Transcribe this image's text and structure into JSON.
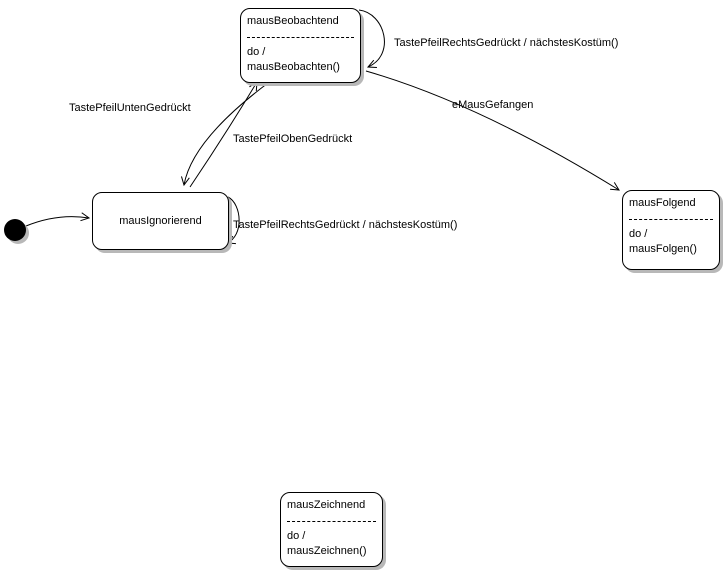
{
  "diagram": {
    "type": "uml-state-diagram",
    "background_color": "#ffffff",
    "stroke_color": "#000000",
    "state_fill_color": "#ffffff",
    "shadow_color": "#b8b8b8",
    "states": [
      {
        "name": "mausBeobachtend",
        "actions": [
          "do /",
          "mausBeobachten()"
        ]
      },
      {
        "name": "mausIgnorierend",
        "actions": []
      },
      {
        "name": "mausFolgend",
        "actions": [
          "do /",
          "mausFolgen()"
        ]
      },
      {
        "name": "mausZeichnend",
        "actions": [
          "do /",
          "mausZeichnen()"
        ]
      }
    ],
    "initial_state": {
      "type": "initial-pseudostate",
      "color": "#000000",
      "target": "mausIgnorierend"
    },
    "transitions": [
      {
        "from": "initial",
        "to": "mausIgnorierend",
        "label": ""
      },
      {
        "from": "mausBeobachtend",
        "to": "mausIgnorierend",
        "label": "TastePfeilUntenGedrückt"
      },
      {
        "from": "mausIgnorierend",
        "to": "mausBeobachtend",
        "label": "TastePfeilObenGedrückt"
      },
      {
        "from": "mausBeobachtend",
        "to": "mausBeobachtend",
        "label": "TastePfeilRechtsGedrückt / nächstesKostüm()"
      },
      {
        "from": "mausBeobachtend",
        "to": "mausFolgend",
        "label": "eMausGefangen"
      },
      {
        "from": "mausIgnorierend",
        "to": "mausIgnorierend",
        "label": "TastePfeilRechtsGedrückt / nächstesKostüm()"
      }
    ]
  }
}
